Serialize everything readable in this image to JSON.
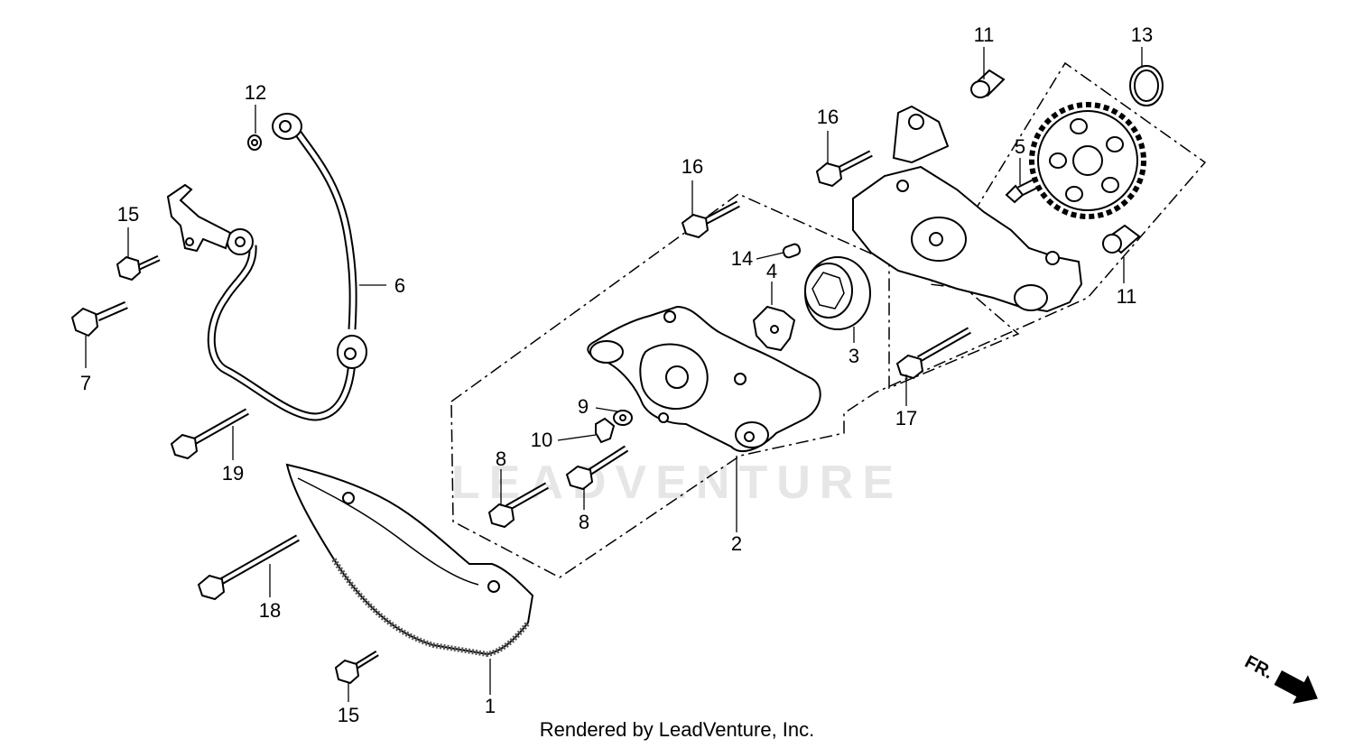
{
  "watermark": "LEADVENTURE",
  "credit": "Rendered by LeadVenture, Inc.",
  "direction_label": "FR.",
  "callouts": [
    {
      "id": "c1",
      "text": "1"
    },
    {
      "id": "c2",
      "text": "2"
    },
    {
      "id": "c3",
      "text": "3"
    },
    {
      "id": "c4",
      "text": "4"
    },
    {
      "id": "c5",
      "text": "5"
    },
    {
      "id": "c6",
      "text": "6"
    },
    {
      "id": "c7",
      "text": "7"
    },
    {
      "id": "c8a",
      "text": "8"
    },
    {
      "id": "c8b",
      "text": "8"
    },
    {
      "id": "c9",
      "text": "9"
    },
    {
      "id": "c10",
      "text": "10"
    },
    {
      "id": "c11a",
      "text": "11"
    },
    {
      "id": "c11b",
      "text": "11"
    },
    {
      "id": "c12",
      "text": "12"
    },
    {
      "id": "c13",
      "text": "13"
    },
    {
      "id": "c14",
      "text": "14"
    },
    {
      "id": "c15a",
      "text": "15"
    },
    {
      "id": "c15b",
      "text": "15"
    },
    {
      "id": "c16a",
      "text": "16"
    },
    {
      "id": "c16b",
      "text": "16"
    },
    {
      "id": "c17",
      "text": "17"
    },
    {
      "id": "c18",
      "text": "18"
    },
    {
      "id": "c19",
      "text": "19"
    }
  ]
}
